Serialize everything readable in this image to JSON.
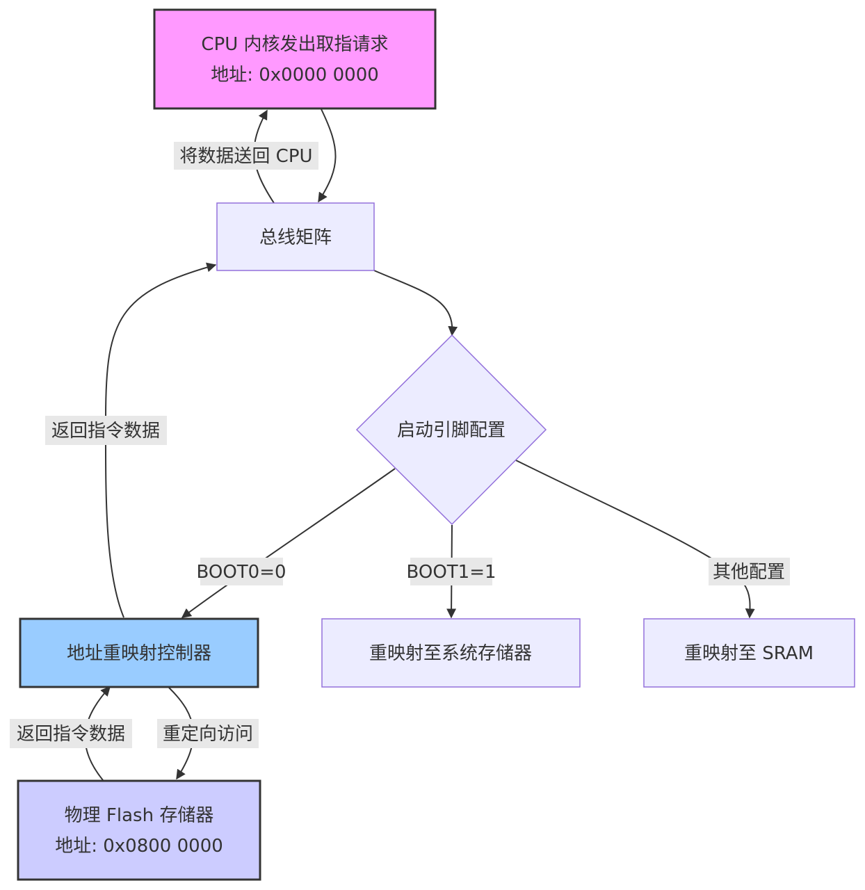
{
  "colors": {
    "cpu_fill": "#ff99ff",
    "remap_fill": "#99ccff",
    "flash_fill": "#ccccff",
    "default_fill": "#ececff",
    "default_stroke": "#9370db",
    "strong_stroke": "#333333",
    "label_bg": "#e8e8e8",
    "edge": "#333333"
  },
  "nodes": {
    "cpu": {
      "line1": "CPU 内核发出取指请求",
      "line2": "地址: 0x0000 0000"
    },
    "bus": {
      "label": "总线矩阵"
    },
    "boot": {
      "label": "启动引脚配置"
    },
    "remap": {
      "label": "地址重映射控制器"
    },
    "sysmem": {
      "label": "重映射至系统存储器"
    },
    "sram": {
      "label": "重映射至 SRAM"
    },
    "flash": {
      "line1": "物理 Flash 存储器",
      "line2": "地址: 0x0800 0000"
    }
  },
  "edges": {
    "bus_to_cpu": "将数据送回 CPU",
    "remap_to_bus": "返回指令数据",
    "boot_to_remap": "BOOT0=0",
    "boot_to_sysmem": "BOOT1=1",
    "boot_to_sram": "其他配置",
    "flash_to_remap": "返回指令数据",
    "remap_to_flash": "重定向访问"
  }
}
